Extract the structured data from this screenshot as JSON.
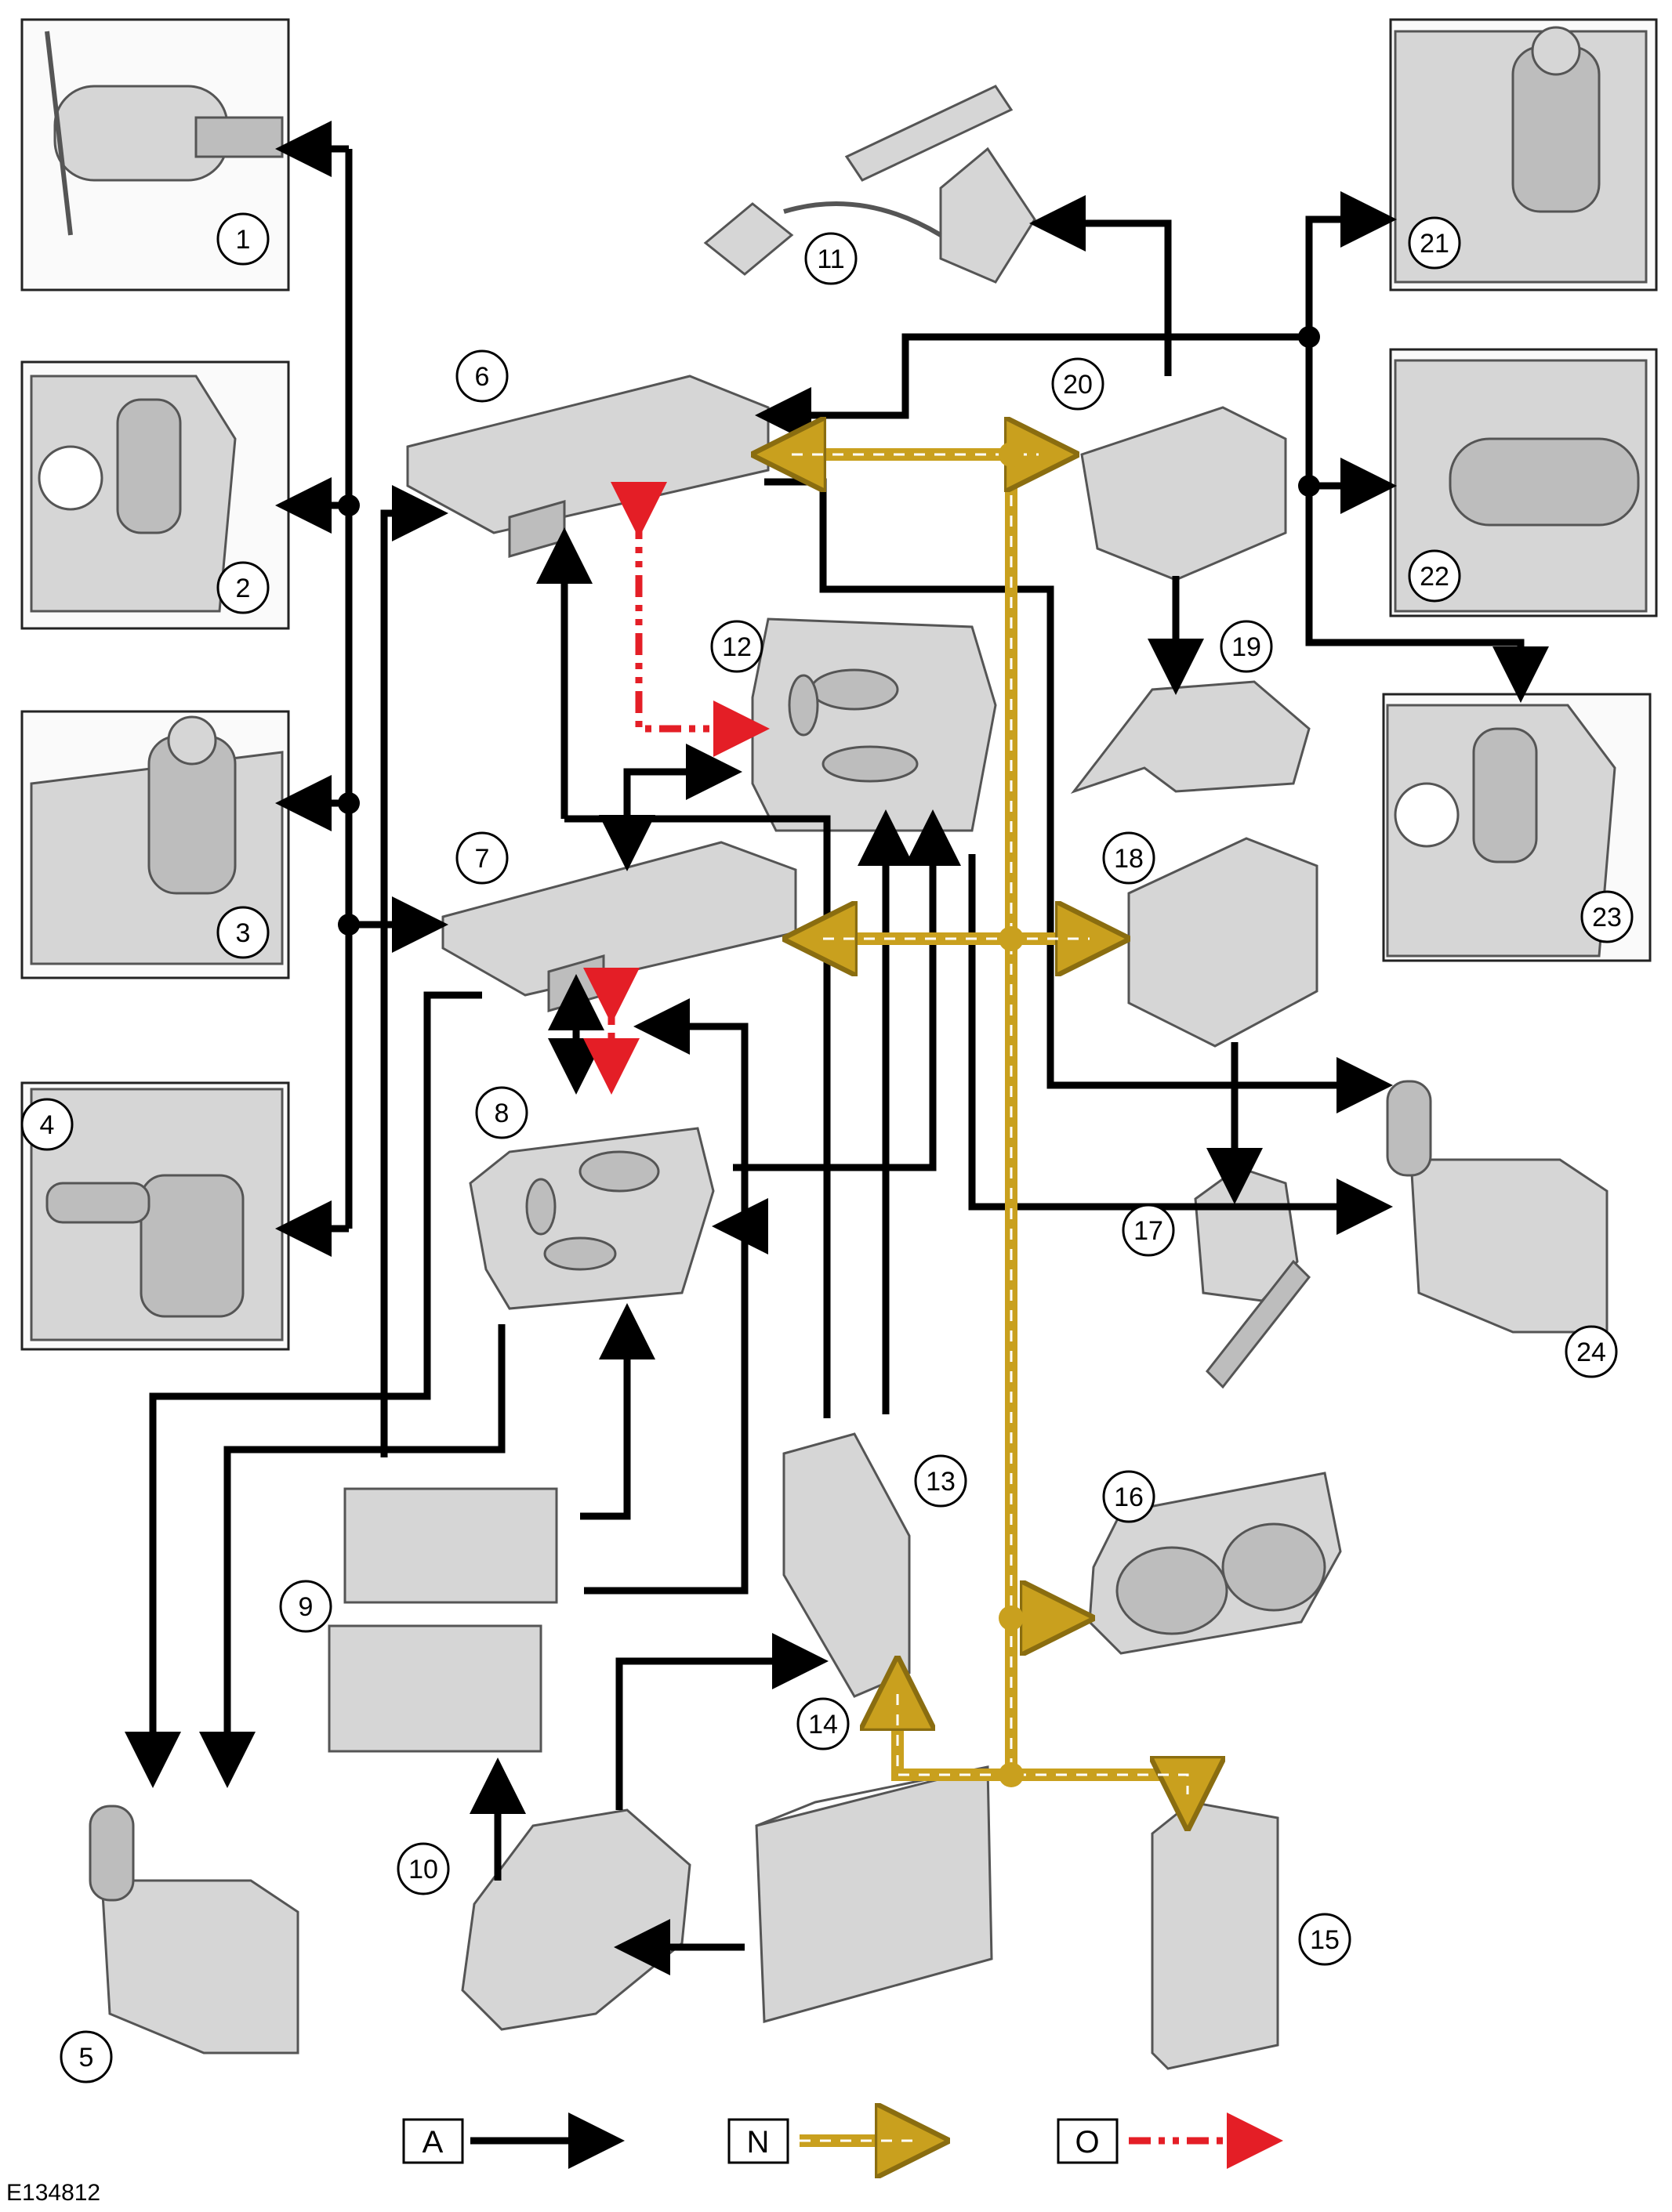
{
  "components": [
    {
      "id": "1",
      "label": "1"
    },
    {
      "id": "2",
      "label": "2"
    },
    {
      "id": "3",
      "label": "3"
    },
    {
      "id": "4",
      "label": "4"
    },
    {
      "id": "5",
      "label": "5"
    },
    {
      "id": "6",
      "label": "6"
    },
    {
      "id": "7",
      "label": "7"
    },
    {
      "id": "8",
      "label": "8"
    },
    {
      "id": "9",
      "label": "9"
    },
    {
      "id": "10",
      "label": "10"
    },
    {
      "id": "11",
      "label": "11"
    },
    {
      "id": "12",
      "label": "12"
    },
    {
      "id": "13",
      "label": "13"
    },
    {
      "id": "14",
      "label": "14"
    },
    {
      "id": "15",
      "label": "15"
    },
    {
      "id": "16",
      "label": "16"
    },
    {
      "id": "17",
      "label": "17"
    },
    {
      "id": "18",
      "label": "18"
    },
    {
      "id": "19",
      "label": "19"
    },
    {
      "id": "20",
      "label": "20"
    },
    {
      "id": "21",
      "label": "21"
    },
    {
      "id": "22",
      "label": "22"
    },
    {
      "id": "23",
      "label": "23"
    },
    {
      "id": "24",
      "label": "24"
    }
  ],
  "legend": [
    {
      "key": "A",
      "line_style": "solid-black",
      "color": "#000000"
    },
    {
      "key": "N",
      "line_style": "can-bus-gold-white-dashed",
      "color": "#c9a01e"
    },
    {
      "key": "O",
      "line_style": "red-dash-dot",
      "color": "#e41e26"
    }
  ],
  "figure_ref": "E134812",
  "colors": {
    "hardwired": "#000000",
    "can": "#c9a01e",
    "lin": "#e41e26",
    "part": "#d6d6d6"
  }
}
